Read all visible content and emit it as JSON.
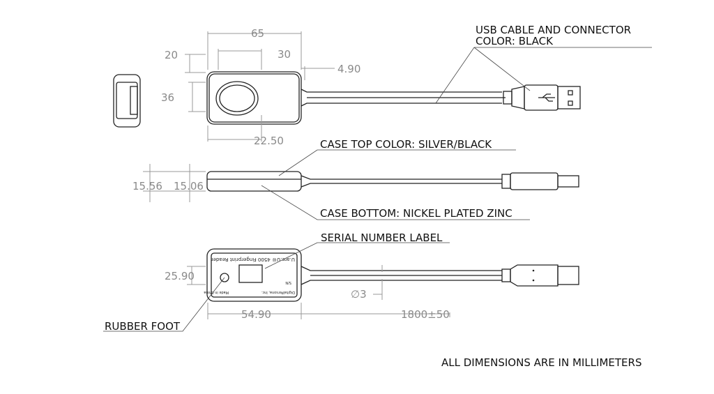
{
  "notes": {
    "usb": "USB CABLE AND CONNECTOR",
    "usb_color": "COLOR: BLACK",
    "case_top": "CASE TOP COLOR: SILVER/BLACK",
    "case_bottom": "CASE BOTTOM: NICKEL PLATED ZINC",
    "serial": "SERIAL NUMBER LABEL",
    "rubber": "RUBBER FOOT",
    "units": "ALL DIMENSIONS ARE IN MILLIMETERS"
  },
  "dims": {
    "d65": "65",
    "d30": "30",
    "d20": "20",
    "d36": "36",
    "d490": "4.90",
    "d2250": "22.50",
    "d1556": "15.56",
    "d1506": "15.06",
    "d2590": "25.90",
    "d5490": "54.90",
    "dia": "∅3",
    "cable": "1800±50"
  },
  "label": {
    "product": "U.are.U® 4500 Fingerprint Reader",
    "company": "DigitalPersona, Inc.",
    "origin": "Made in China",
    "sn": "S/N"
  }
}
